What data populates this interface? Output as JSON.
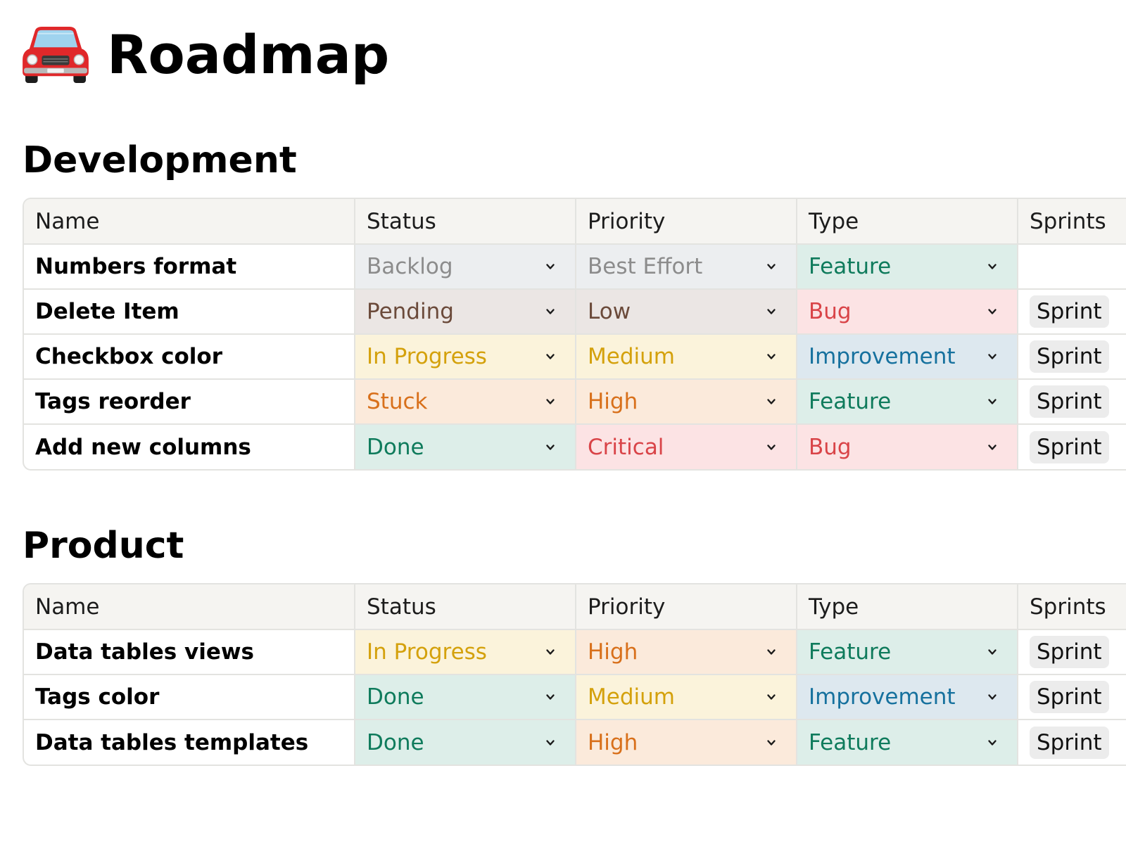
{
  "page": {
    "title": "Roadmap",
    "icon": "car-icon"
  },
  "columns": {
    "name": "Name",
    "status": "Status",
    "priority": "Priority",
    "type": "Type",
    "sprints": "Sprints"
  },
  "theme_colors": {
    "gray": {
      "bg": "#eceef0",
      "fg": "#8c8c8c"
    },
    "brown": {
      "bg": "#ebe6e4",
      "fg": "#6b4a3a"
    },
    "yellow": {
      "bg": "#fbf3db",
      "fg": "#d4a10c"
    },
    "orange": {
      "bg": "#fbeadb",
      "fg": "#d8701b"
    },
    "green": {
      "bg": "#ddeee9",
      "fg": "#0f7b5c"
    },
    "red": {
      "bg": "#fce3e4",
      "fg": "#d94448"
    },
    "blue": {
      "bg": "#dde8ef",
      "fg": "#16719e"
    }
  },
  "sections": [
    {
      "title": "Development",
      "rows": [
        {
          "name": "Numbers format",
          "status": "Backlog",
          "status_color": "gray",
          "priority": "Best Effort",
          "priority_color": "gray",
          "type": "Feature",
          "type_color": "green",
          "sprint": ""
        },
        {
          "name": "Delete Item",
          "status": "Pending",
          "status_color": "brown",
          "priority": "Low",
          "priority_color": "brown",
          "type": "Bug",
          "type_color": "red",
          "sprint": "Sprint"
        },
        {
          "name": "Checkbox color",
          "status": "In Progress",
          "status_color": "yellow",
          "priority": "Medium",
          "priority_color": "yellow",
          "type": "Improvement",
          "type_color": "blue",
          "sprint": "Sprint"
        },
        {
          "name": "Tags reorder",
          "status": "Stuck",
          "status_color": "orange",
          "priority": "High",
          "priority_color": "orange",
          "type": "Feature",
          "type_color": "green",
          "sprint": "Sprint"
        },
        {
          "name": "Add new columns",
          "status": "Done",
          "status_color": "green",
          "priority": "Critical",
          "priority_color": "red",
          "type": "Bug",
          "type_color": "red",
          "sprint": "Sprint"
        }
      ]
    },
    {
      "title": "Product",
      "rows": [
        {
          "name": "Data tables views",
          "status": "In Progress",
          "status_color": "yellow",
          "priority": "High",
          "priority_color": "orange",
          "type": "Feature",
          "type_color": "green",
          "sprint": "Sprint"
        },
        {
          "name": "Tags color",
          "status": "Done",
          "status_color": "green",
          "priority": "Medium",
          "priority_color": "yellow",
          "type": "Improvement",
          "type_color": "blue",
          "sprint": "Sprint"
        },
        {
          "name": "Data tables templates",
          "status": "Done",
          "status_color": "green",
          "priority": "High",
          "priority_color": "orange",
          "type": "Feature",
          "type_color": "green",
          "sprint": "Sprint"
        }
      ]
    }
  ]
}
